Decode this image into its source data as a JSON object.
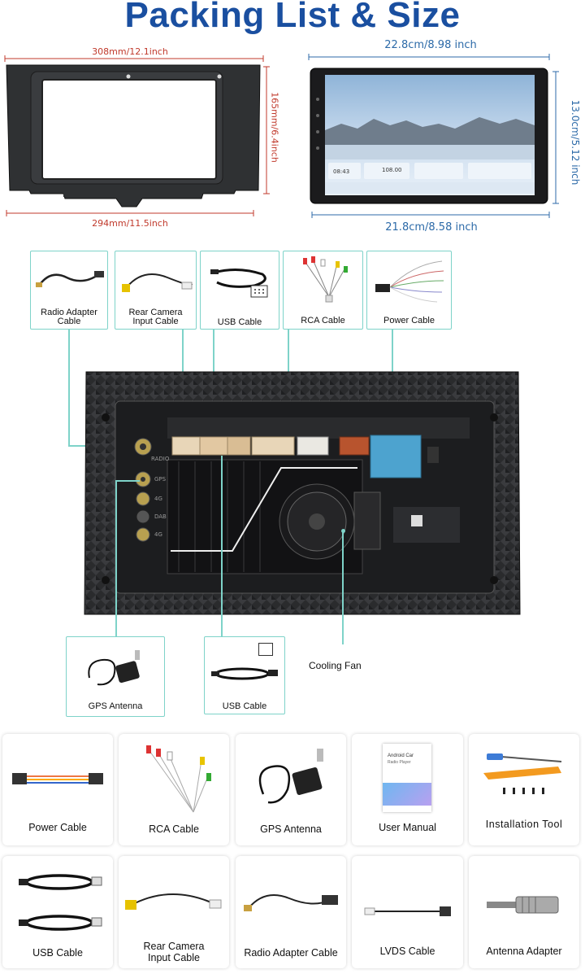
{
  "header": {
    "title": "Packing List & Size"
  },
  "frame_dims": {
    "top_width": "308mm/12.1inch",
    "side_height": "165mm/6.4inch",
    "bottom_width": "294mm/11.5inch"
  },
  "screen_dims": {
    "top_width": "22.8cm/8.98 inch",
    "side_height": "13.0cm/5.12 inch",
    "bottom_width": "21.8cm/8.58 inch"
  },
  "screen_ui": {
    "clock": "08:43",
    "radio_freq": "108.00"
  },
  "connector_cards": [
    {
      "label": "Radio Adapter\nCable"
    },
    {
      "label": "Rear Camera\nInput Cable"
    },
    {
      "label": "USB Cable"
    },
    {
      "label": "RCA Cable"
    },
    {
      "label": "Power Cable"
    }
  ],
  "port_labels": {
    "radio": "RADIO",
    "gps": "GPS",
    "port_4g": "4G",
    "port_dab": "DAB",
    "port_5g": "4G"
  },
  "bottom_cards": [
    {
      "label": "GPS Antenna"
    },
    {
      "label": "USB Cable"
    }
  ],
  "cooling_fan_label": "Cooling Fan",
  "manual_text": {
    "line1": "Android Car",
    "line2": "Radio Player"
  },
  "package_row1": [
    {
      "label": "Power Cable"
    },
    {
      "label": "RCA Cable"
    },
    {
      "label": "GPS Antenna"
    },
    {
      "label": "User Manual"
    },
    {
      "label": "Installation Tool"
    }
  ],
  "package_row2": [
    {
      "label": "USB Cable"
    },
    {
      "label": "Rear Camera\nInput Cable"
    },
    {
      "label": "Radio Adapter Cable"
    },
    {
      "label": "LVDS Cable"
    },
    {
      "label": "Antenna Adapter"
    }
  ],
  "colors": {
    "title": "#1a4fa0",
    "dim_red": "#c0392b",
    "dim_blue": "#2c6aa8",
    "callout": "#7ed3c9"
  }
}
